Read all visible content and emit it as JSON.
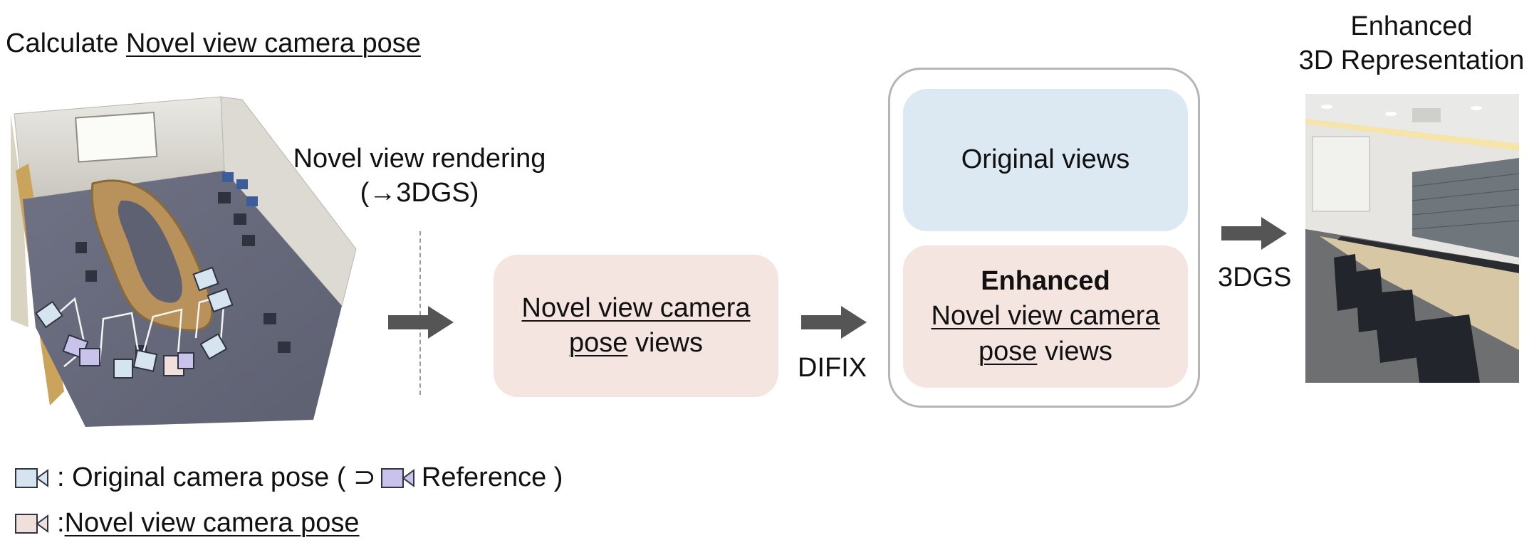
{
  "title": {
    "prefix": "Calculate ",
    "underlined": "Novel view camera pose"
  },
  "rendering_label": {
    "line1": "Novel view rendering",
    "line2": "(→3DGS)"
  },
  "novel_box": {
    "line1": "Novel view camera",
    "line2_underlined": "pose",
    "line2_rest": " views"
  },
  "difix_label": "DIFIX",
  "original_box": "Original views",
  "enhanced_box": {
    "bold": "Enhanced",
    "line2": "Novel view camera",
    "line3_underlined": "pose",
    "line3_rest": " views"
  },
  "threedgs_label": "3DGS",
  "result_title": {
    "line1": "Enhanced",
    "line2": "3D Representation"
  },
  "legend": {
    "row1_prefix": ": Original camera pose ( ⊃ ",
    "row1_suffix": "Reference )",
    "row2_prefix": ": ",
    "row2_underlined": "Novel view camera pose"
  },
  "colors": {
    "original_cam": "#d6e4ef",
    "reference_cam": "#c9c2ea",
    "novel_cam": "#f1dfdb",
    "novel_box": "#f5e5e1",
    "original_box": "#dce9f3",
    "arrow": "#555555",
    "container_border": "#b5b5b5"
  },
  "icons": {
    "scene": "point-cloud-room-icon",
    "result": "conference-room-photo-icon",
    "camera": "camera-frustum-icon"
  }
}
